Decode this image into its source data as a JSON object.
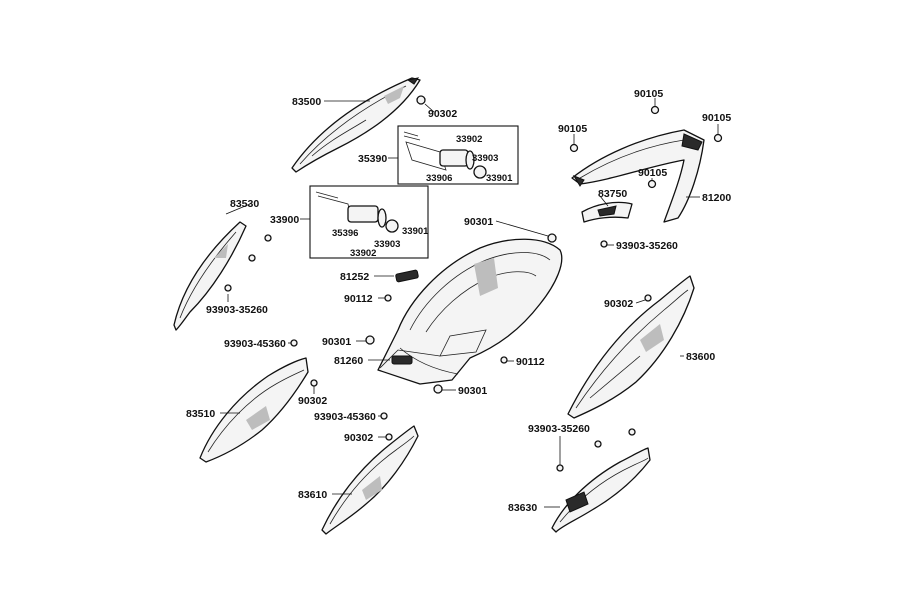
{
  "parts": {
    "p83500": "83500",
    "p90302_a": "90302",
    "p33902_a": "33902",
    "p35390": "35390",
    "p33903_a": "33903",
    "p33906": "33906",
    "p33901_a": "33901",
    "p83530": "83530",
    "p33900": "33900",
    "p35396": "35396",
    "p33902_b": "33902",
    "p33903_b": "33903",
    "p33901_b": "33901",
    "p93903_35260_a": "93903-35260",
    "p90105_a": "90105",
    "p90105_b": "90105",
    "p90105_c": "90105",
    "p90105_d": "90105",
    "p83750": "83750",
    "p81200": "81200",
    "p90301_a": "90301",
    "p93903_35260_b": "93903-35260",
    "p81252": "81252",
    "p90112_a": "90112",
    "p90302_b": "90302",
    "p93903_45360_a": "93903-45360",
    "p90301_b": "90301",
    "p81260": "81260",
    "p90112_b": "90112",
    "p83600": "83600",
    "p90302_c": "90302",
    "p90301_c": "90301",
    "p83510": "83510",
    "p93903_45360_b": "93903-45360",
    "p90302_d": "90302",
    "p93903_35260_c": "93903-35260",
    "p83610": "83610",
    "p83630": "83630"
  }
}
